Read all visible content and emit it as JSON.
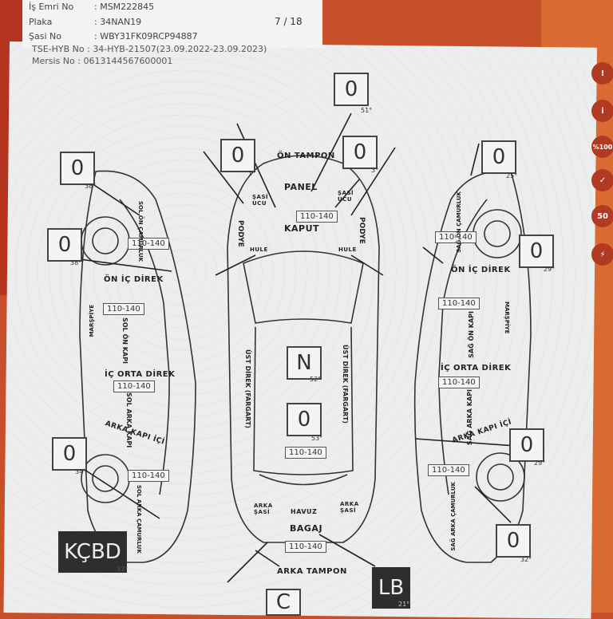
{
  "header": {
    "is_emri_label": "İş Emri No",
    "is_emri_value": ": MSM222845",
    "plaka_label": "Plaka",
    "plaka_value": ": 34NAN19",
    "sasi_label": "Şasi No",
    "sasi_value": ": WBY31FK09RCP94887",
    "page": "7 / 18",
    "tse": "TSE-HYB No : 34-HYB-21507(23.09.2022-23.09.2023)",
    "mersis": "Mersis No : 0613144567600001"
  },
  "boxes": {
    "top": "0",
    "top_deg": "51°",
    "on_left": "0",
    "on_left_deg": "1°",
    "on_right": "0",
    "on_right_deg": "3°",
    "left_front": "0",
    "left_front_deg": "38°",
    "left_fender": "0",
    "left_fender_deg": "38°",
    "left_rear": "0",
    "left_rear_deg": "34°",
    "right_front": "0",
    "right_front_deg": "25°",
    "right_fender": "0",
    "right_fender_deg": "29°",
    "right_rear": "0",
    "right_rear_deg": "29°",
    "right_bottom": "0",
    "right_bottom_deg": "32°",
    "roof": "N",
    "roof_deg": "52°",
    "trunk": "0",
    "trunk_deg": "53°",
    "kcbd": "KÇBD",
    "kcbd_deg": "33°",
    "lb": "LB",
    "lb_deg": "21°",
    "c": "C"
  },
  "codes": {
    "panel": "110-140",
    "left_front": "110-140",
    "left_door": "110-140",
    "left_rear_door": "110-140",
    "left_rear": "110-140",
    "right_front": "110-140",
    "right_door": "110-140",
    "right_rear_door": "110-140",
    "right_rear": "110-140",
    "trunk": "110-140",
    "bagaj": "110-140"
  },
  "labels": {
    "on_tampon": "ÖN TAMPON",
    "panel": "PANEL",
    "kaput": "KAPUT",
    "sasi_ucu_l": "ŞASİ UCU",
    "sasi_ucu_r": "ŞASİ UCU",
    "podye_l": "PODYE",
    "podye_r": "PODYE",
    "hule_l": "HULE",
    "hule_r": "HULE",
    "ust_direk_l": "ÜST DİREK (FARGART)",
    "ust_direk_r": "ÜST DİREK (FARGART)",
    "arka_sasi_l": "ARKA ŞASİ",
    "arka_sasi_r": "ARKA ŞASİ",
    "havuz": "HAVUZ",
    "bagaj": "BAGAJ",
    "arka_tampon": "ARKA TAMPON",
    "on_ic_direk_l": "ÖN İÇ DİREK",
    "on_ic_direk_r": "ÖN İÇ DİREK",
    "ic_orta_direk_l": "İÇ ORTA DİREK",
    "ic_orta_direk_r": "İÇ ORTA DİREK",
    "arka_kapi_ici_l": "ARKA KAPI İÇİ",
    "arka_kapi_ici_r": "ARKA KAPI İÇİ",
    "sol_on_camurluk": "SOL ÖN ÇAMURLUK",
    "sag_on_camurluk": "SAĞ ÖN ÇAMURLUK",
    "sol_on_kapi": "SOL ÖN KAPI",
    "sag_on_kapi": "SAĞ ÖN KAPI",
    "sol_arka_kapi": "SOL ARKA KAPI",
    "sag_arka_kapi": "SAĞ ARKA KAPI",
    "sol_arka_camurluk": "SOL ARKA ÇAMURLUK",
    "sag_arka_camurluk": "SAĞ ARKA ÇAMURLUK",
    "marspiye_l": "MARŞPİYE",
    "marspiye_r": "MARŞPİYE"
  },
  "badges": [
    "!",
    "i",
    "%100",
    "✓",
    "50",
    "⚡"
  ],
  "colors": {
    "badge": "#b23a22",
    "sheet": "#eceeed",
    "background": "#c7502a"
  }
}
